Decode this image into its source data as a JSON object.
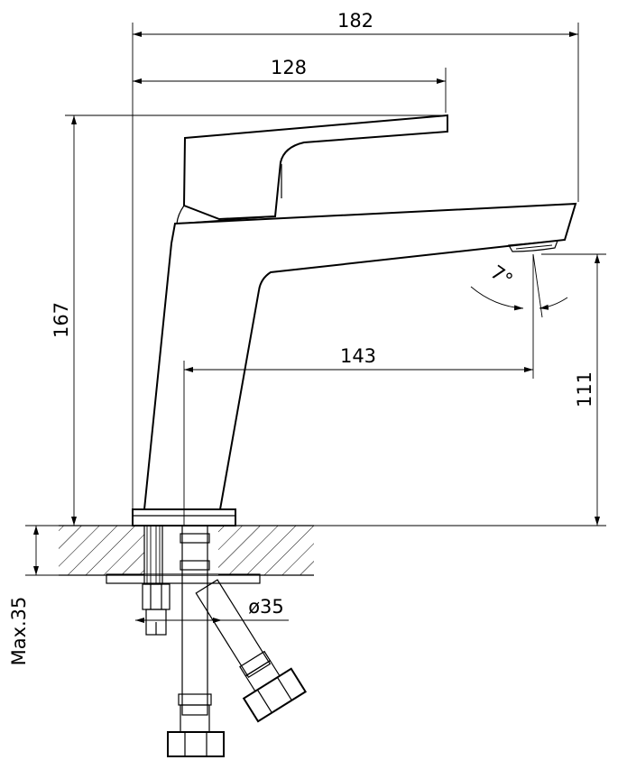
{
  "dimensions": {
    "overall_width": "182",
    "handle_reach": "128",
    "overall_height": "167",
    "spout_reach": "143",
    "spout_height": "111",
    "hole_diameter": "ø35",
    "max_deck_thickness": "Max.35",
    "swivel_angle": "7°"
  }
}
